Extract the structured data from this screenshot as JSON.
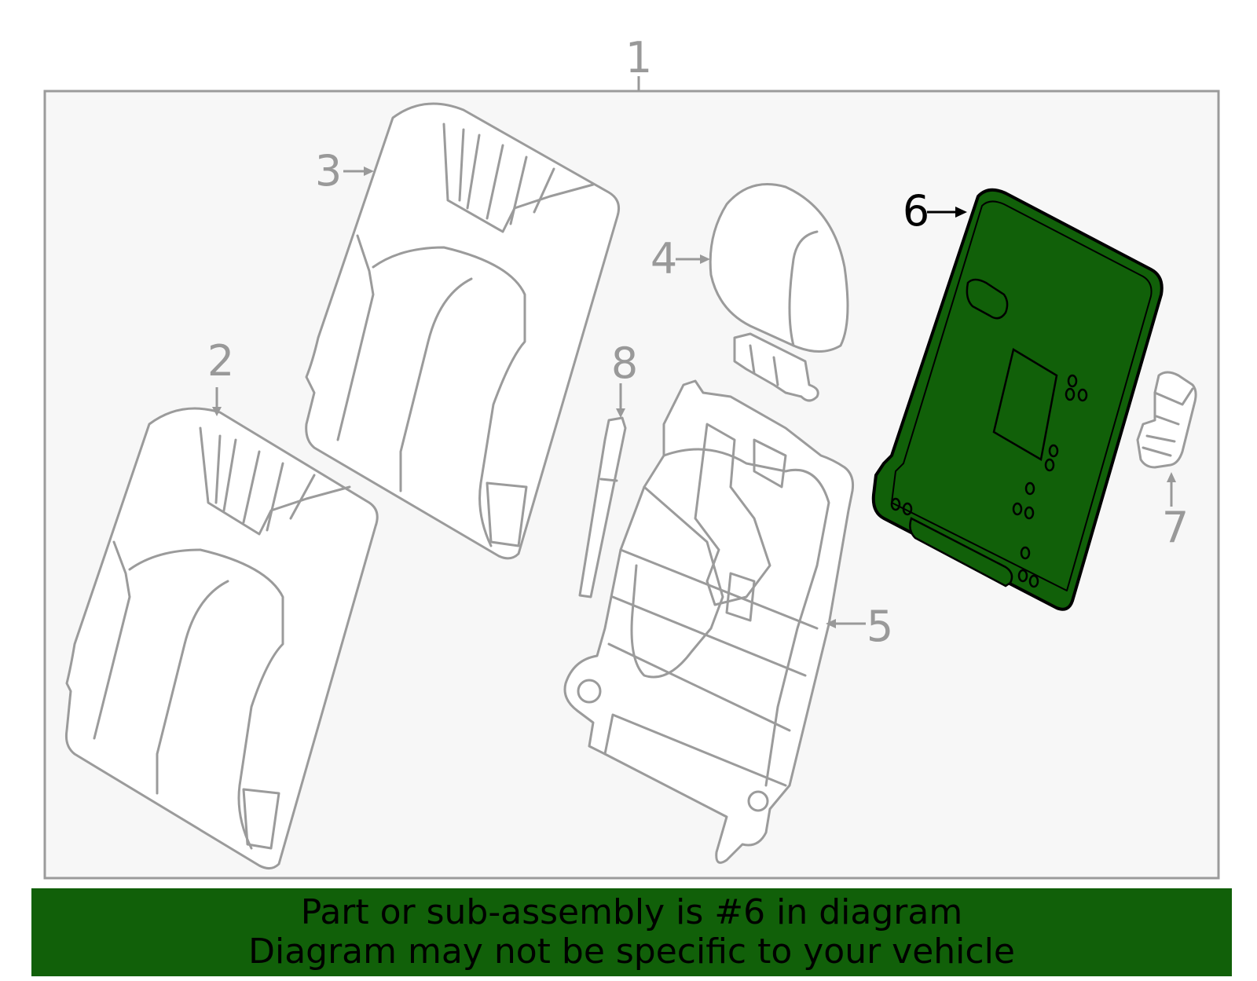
{
  "diagram": {
    "assembly_callout": "1",
    "callouts": [
      {
        "id": "2",
        "highlighted": false
      },
      {
        "id": "3",
        "highlighted": false
      },
      {
        "id": "4",
        "highlighted": false
      },
      {
        "id": "5",
        "highlighted": false
      },
      {
        "id": "6",
        "highlighted": true
      },
      {
        "id": "7",
        "highlighted": false
      },
      {
        "id": "8",
        "highlighted": false
      }
    ],
    "highlight_color": "#116009",
    "outline_color": "#9b9b9b",
    "frame_background": "#f7f7f7"
  },
  "banner": {
    "line1": "Part or sub-assembly is #6 in diagram",
    "line2": "Diagram may not be specific to your vehicle",
    "background": "#116009"
  }
}
